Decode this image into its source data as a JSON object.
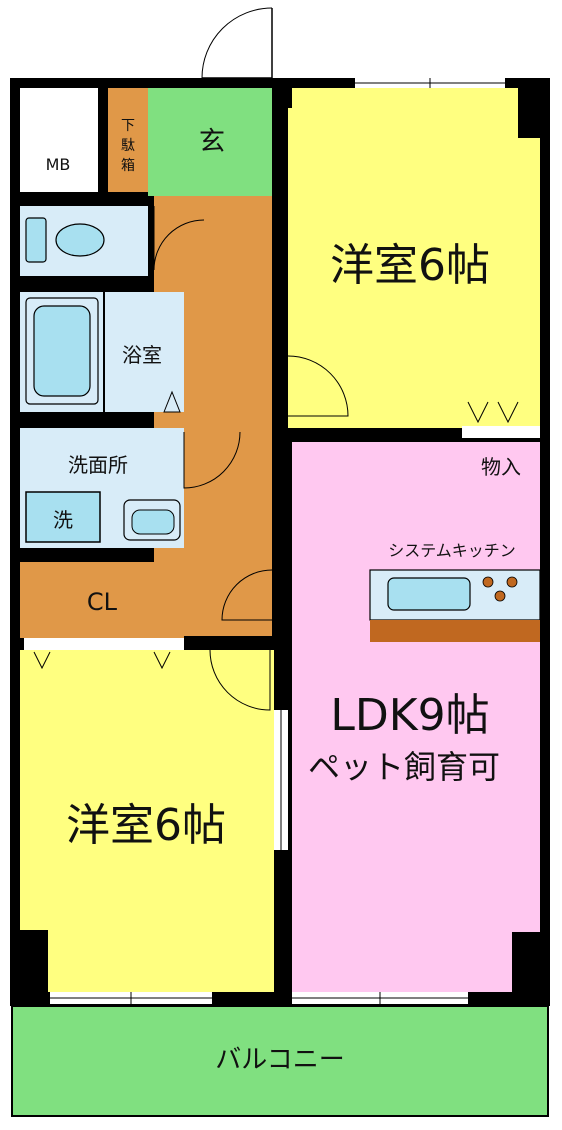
{
  "rooms": {
    "mb": "MB",
    "shoe_box_1": "下",
    "shoe_box_2": "駄",
    "shoe_box_3": "箱",
    "entrance": "玄",
    "western_room_upper": "洋室6帖",
    "bathroom": "浴室",
    "washroom": "洗面所",
    "washer": "洗",
    "storage": "物入",
    "system_kitchen": "システムキッチン",
    "closet": "CL",
    "ldk": "LDK9帖",
    "pet_note": "ペット飼育可",
    "western_room_lower": "洋室6帖",
    "balcony": "バルコニー"
  },
  "colors": {
    "wall": "#000000",
    "western_room": "#ffff80",
    "ldk": "#ffc8f0",
    "corridor": "#e09848",
    "entrance": "#80e080",
    "balcony": "#80e080",
    "wet_area": "#d8ecf8",
    "fixture": "#a8e0f0",
    "counter": "#c06820"
  }
}
